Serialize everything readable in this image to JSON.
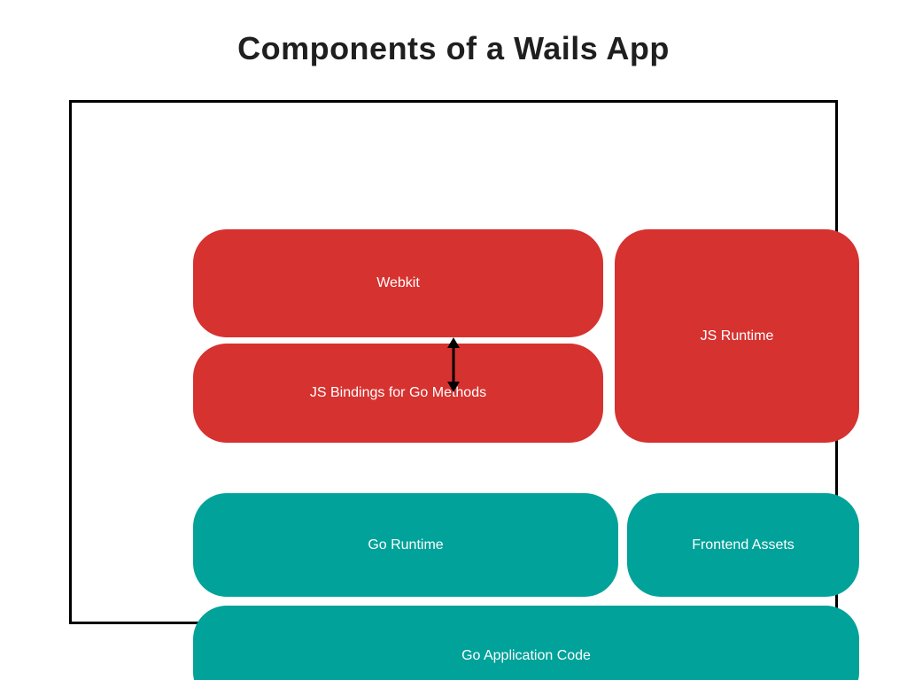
{
  "title": "Components of a Wails App",
  "colors": {
    "red": "#d63230",
    "teal": "#00a29a",
    "ink": "#000000",
    "title": "#1f1f1f"
  },
  "boxes": {
    "webkit": "Webkit",
    "js_bindings": "JS Bindings for Go Methods",
    "js_runtime": "JS Runtime",
    "go_runtime": "Go Runtime",
    "frontend_assets": "Frontend Assets",
    "go_application_code": "Go Application Code"
  },
  "icons": {
    "bidirectional_arrow": "double-headed vertical arrow linking JS Bindings and Go Runtime"
  }
}
